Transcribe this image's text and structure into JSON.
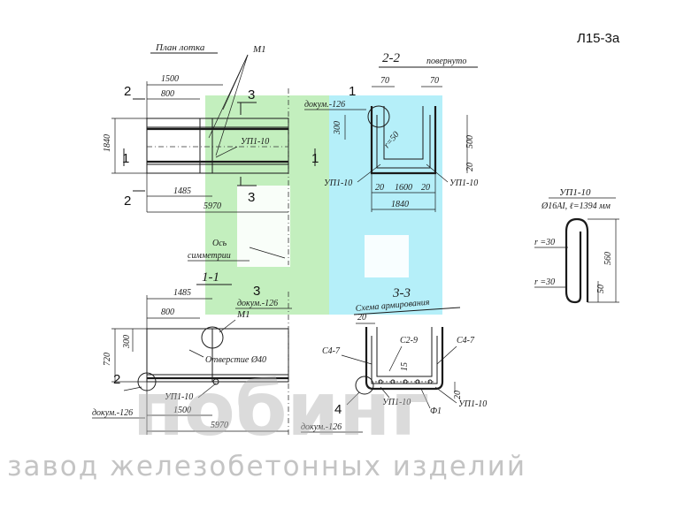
{
  "colors": {
    "logo_green": "#b9ecb3",
    "logo_cyan": "#a8ecf8",
    "watermark_gray": "#b0b0b0",
    "line": "#1a1a1a"
  },
  "sheet_code": "Л15-3а",
  "plan": {
    "title": "План лотка",
    "dim_1500": "1500",
    "dim_800": "800",
    "dim_1840": "1840",
    "dim_1485": "1485",
    "dim_5970": "5970",
    "mark_m1": "М1",
    "mark_up": "УП1-10",
    "section_1": "1",
    "section_2": "2",
    "section_3": "3"
  },
  "section22": {
    "title": "2-2",
    "subtitle": "повернуто",
    "callout_num": "1",
    "callout_doc": "докум.-126",
    "dim_70_left": "70",
    "dim_70_right": "70",
    "dim_300": "300",
    "dim_500": "500",
    "dim_20_side": "20",
    "dim_20_left": "20",
    "dim_1600": "1600",
    "dim_20_right": "20",
    "dim_1840": "1840",
    "radius_label": "r=50",
    "mark_up_left": "УП1-10",
    "mark_up_right": "УП1-10"
  },
  "axis": {
    "line1": "Ось",
    "line2": "симметрии"
  },
  "section11": {
    "title": "1-1",
    "dim_1485": "1485",
    "dim_800": "800",
    "dim_300": "300",
    "dim_720": "720",
    "dim_1500": "1500",
    "dim_5970": "5970",
    "callout3_num": "3",
    "callout3_doc": "докум.-126",
    "mark_m1": "М1",
    "hole_label": "Отверстие Ø40",
    "callout2_num": "2",
    "callout2_doc": "докум.-126",
    "mark_up": "УП1-10"
  },
  "section33": {
    "title": "3-3",
    "subtitle": "Схема армирования",
    "dim_20_top": "20",
    "c47_left": "С4-7",
    "c29": "С2-9",
    "c47_right": "С4-7",
    "dim_15": "15",
    "dim_20_side": "20",
    "mark_up_left": "УП1-10",
    "mark_up_right": "УП1-10",
    "mark_f1": "Ф1",
    "callout4_num": "4",
    "callout4_doc": "докум.-126"
  },
  "loop": {
    "title": "УП1-10",
    "spec": "Ø16АI, ℓ=1394 мм",
    "r_top": "r =30",
    "r_bottom": "r =30",
    "dim_560": "560",
    "dim_50": "50"
  },
  "watermark": {
    "brand": "побинг",
    "tagline": "завод железобетонных изделий"
  }
}
